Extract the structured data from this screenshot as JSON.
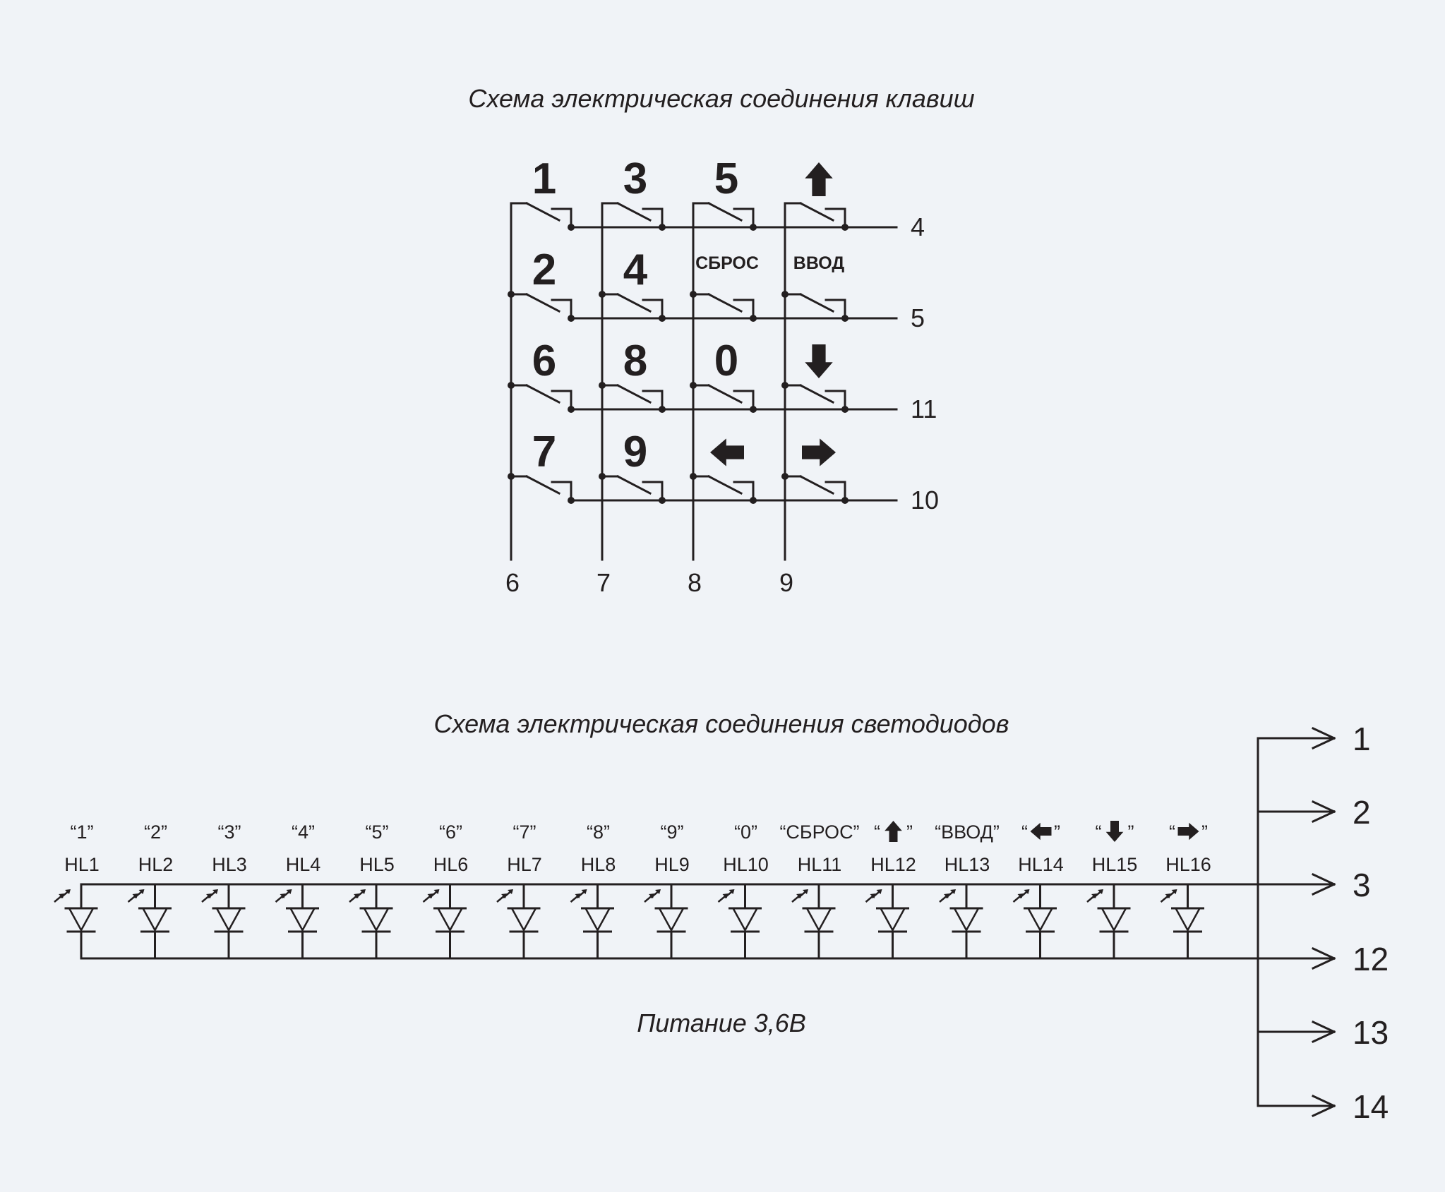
{
  "keypad": {
    "title": "Схема электрическая соединения клавиш",
    "columns": [
      "6",
      "7",
      "8",
      "9"
    ],
    "rows": [
      "4",
      "5",
      "11",
      "10"
    ],
    "keys": [
      [
        {
          "label": "1"
        },
        {
          "label": "3"
        },
        {
          "label": "5"
        },
        {
          "icon": "arrow-up-icon"
        }
      ],
      [
        {
          "label": "2"
        },
        {
          "label": "4"
        },
        {
          "label": "СБРОС"
        },
        {
          "label": "ВВОД"
        }
      ],
      [
        {
          "label": "6"
        },
        {
          "label": "8"
        },
        {
          "label": "0"
        },
        {
          "icon": "arrow-down-icon"
        }
      ],
      [
        {
          "label": "7"
        },
        {
          "label": "9"
        },
        {
          "icon": "arrow-left-icon"
        },
        {
          "icon": "arrow-right-icon"
        }
      ]
    ]
  },
  "leds": {
    "title": "Схема электрическая соединения светодиодов",
    "power_label": "Питание 3,6В",
    "items": [
      {
        "key": "“1”",
        "ref": "HL1"
      },
      {
        "key": "“2”",
        "ref": "HL2"
      },
      {
        "key": "“3”",
        "ref": "HL3"
      },
      {
        "key": "“4”",
        "ref": "HL4"
      },
      {
        "key": "“5”",
        "ref": "HL5"
      },
      {
        "key": "“6”",
        "ref": "HL6"
      },
      {
        "key": "“7”",
        "ref": "HL7"
      },
      {
        "key": "“8”",
        "ref": "HL8"
      },
      {
        "key": "“9”",
        "ref": "HL9"
      },
      {
        "key": "“0”",
        "ref": "HL10"
      },
      {
        "key": "“СБРОС”",
        "ref": "HL11"
      },
      {
        "icon": "arrow-up-icon",
        "ref": "HL12"
      },
      {
        "key": "“ВВОД”",
        "ref": "HL13"
      },
      {
        "icon": "arrow-left-icon",
        "ref": "HL14"
      },
      {
        "icon": "arrow-down-icon",
        "ref": "HL15"
      },
      {
        "icon": "arrow-right-icon",
        "ref": "HL16"
      }
    ],
    "outputs_top": [
      "1",
      "2",
      "3"
    ],
    "outputs_bottom": [
      "12",
      "13",
      "14"
    ]
  }
}
